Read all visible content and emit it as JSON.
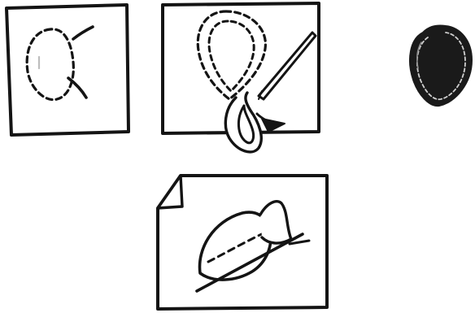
{
  "figure": {
    "panels": [
      {
        "id": "panel-1",
        "depicts": "dashed-oval-with-two-strokes"
      },
      {
        "id": "panel-2",
        "depicts": "dashed-teardrop-loop-with-needle"
      },
      {
        "id": "panel-3",
        "depicts": "folded-corner-card-with-leaf-shape"
      }
    ],
    "sample": {
      "depicts": "dark-patch-with-dashed-edge"
    }
  },
  "colors": {
    "ink": "#141414",
    "paper": "#ffffff",
    "sample_fill": "#1a1a1a",
    "sample_stitch": "#cfcfcf"
  }
}
